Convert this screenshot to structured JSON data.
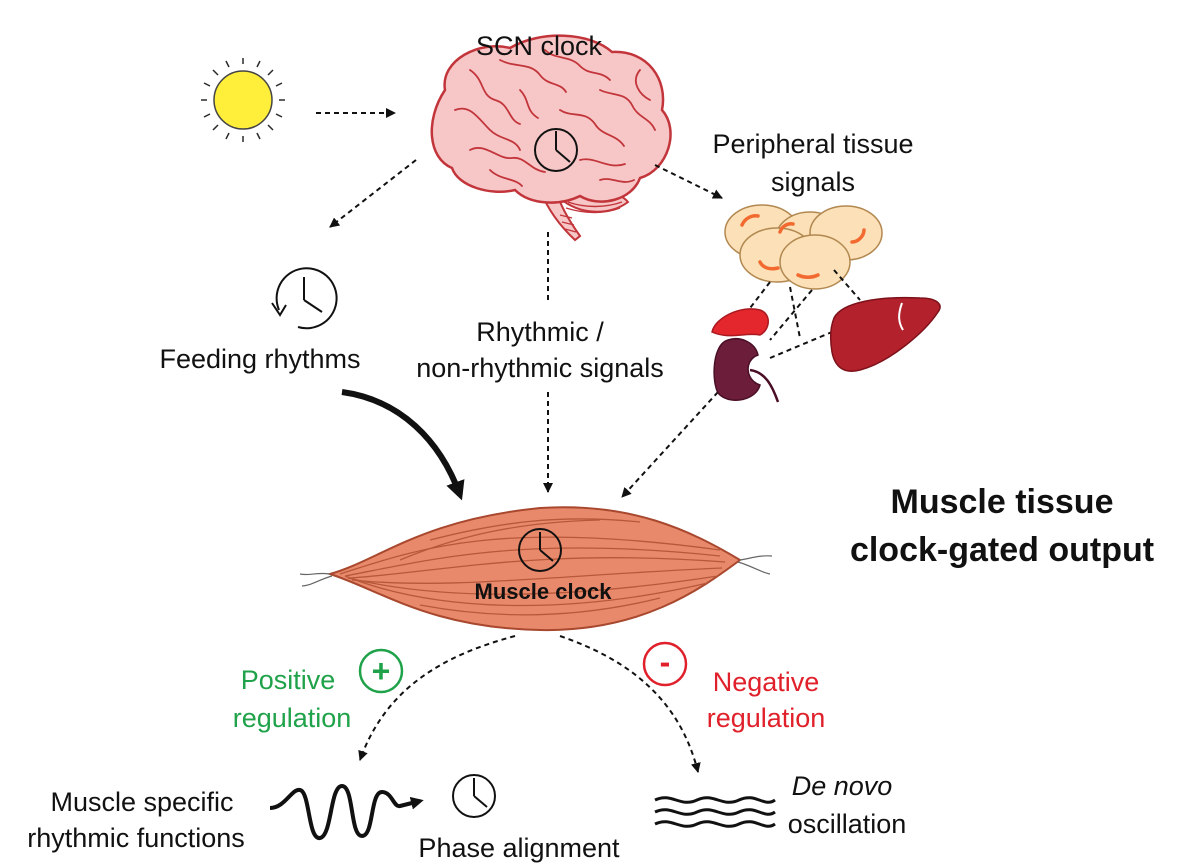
{
  "title": {
    "line1": "Muscle tissue",
    "line2": "clock-gated output"
  },
  "labels": {
    "scn_clock": "SCN clock",
    "peripheral_line1": "Peripheral tissue",
    "peripheral_line2": "signals",
    "feeding_rhythms": "Feeding rhythms",
    "rhythmic_line1": "Rhythmic /",
    "rhythmic_line2": "non-rhythmic signals",
    "muscle_clock": "Muscle clock",
    "positive_line1": "Positive",
    "positive_line2": "regulation",
    "negative_line1": "Negative",
    "negative_line2": "regulation",
    "plus_symbol": "+",
    "minus_symbol": "-",
    "muscle_specific_line1": "Muscle specific",
    "muscle_specific_line2": "rhythmic functions",
    "phase_alignment": "Phase alignment",
    "de_novo": "De novo",
    "oscillation": "oscillation"
  },
  "colors": {
    "positive": "#1fa24a",
    "negative": "#e0202a",
    "sun_fill": "#ffee3a",
    "brain_fill": "#f7c7c7",
    "brain_stroke": "#c2353b",
    "muscle_fill": "#e9896b",
    "muscle_stroke": "#a8482e",
    "liver_fill": "#b3212c",
    "adrenal_fill": "#e4262d",
    "kidney_fill": "#6b1d3a",
    "adipocyte_fill": "#fbe0b8",
    "adipocyte_nucleus": "#f26a2f"
  },
  "icons": [
    "sun-icon",
    "brain-icon",
    "clock-icon",
    "adipocyte-cluster-icon",
    "kidney-icon",
    "liver-icon",
    "muscle-icon",
    "wave-icon"
  ]
}
